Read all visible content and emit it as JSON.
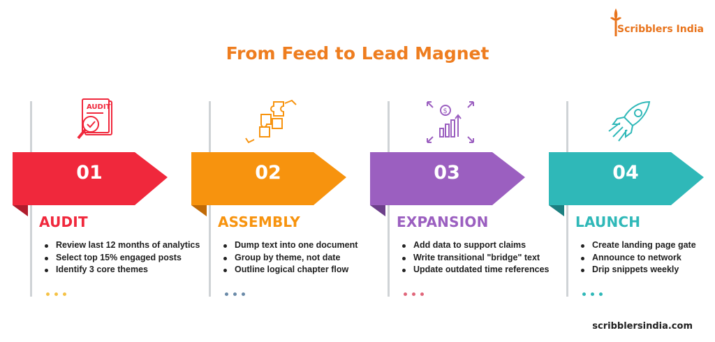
{
  "brand": {
    "name": "Scribblers India",
    "color": "#e8731b"
  },
  "title": "From Feed to Lead Magnet",
  "footer": "scribblersindia.com",
  "steps": [
    {
      "number": "01",
      "title": "AUDIT",
      "color": "#f0283c",
      "icon": "audit-magnifier-icon",
      "icon_label": "AUDIT",
      "bullets": [
        "Review last 12 months of analytics",
        "Select top 15% engaged posts",
        "Identify 3 core themes"
      ],
      "dots_color": "#f5c246"
    },
    {
      "number": "02",
      "title": "ASSEMBLY",
      "color": "#f7930e",
      "icon": "puzzle-hands-icon",
      "bullets": [
        "Dump text into one document",
        "Group by theme, not date",
        "Outline logical chapter flow"
      ],
      "dots_color": "#6a8aa8"
    },
    {
      "number": "03",
      "title": "EXPANSION",
      "color": "#9b5fc0",
      "icon": "growth-chart-icon",
      "bullets": [
        "Add data to support claims",
        "Write transitional \"bridge\" text",
        "Update outdated time references"
      ],
      "dots_color": "#e0667a"
    },
    {
      "number": "04",
      "title": "LAUNCH",
      "color": "#2fb8b8",
      "icon": "rocket-icon",
      "bullets": [
        "Create landing page gate",
        "Announce to network",
        "Drip snippets weekly"
      ],
      "dots_color": "#2fb8b8"
    }
  ]
}
